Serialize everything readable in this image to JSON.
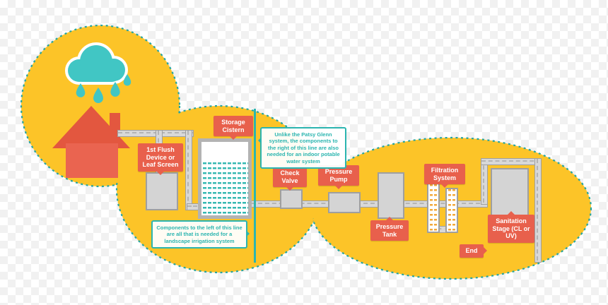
{
  "diagram": {
    "title_semantic": "rainwater-harvesting-system-flow",
    "labels": {
      "first_flush": "1st Flush Device or Leaf Screen",
      "storage_cistern": "Storage Cistern",
      "check_valve": "Check Valve",
      "pressure_pump": "Pressure Pump",
      "pressure_tank": "Pressure Tank",
      "filtration_system": "Filtration System",
      "sanitation_stage": "Sanitation Stage (CL or UV)",
      "end": "End"
    },
    "notes": {
      "right_of_line": "Unlike the Patsy Glenn system, the components to the right of this line are also needed for an indoor potable water system",
      "left_of_line": "Components to the left of this line are all that is needed for a landscape irrigation system"
    },
    "icons": [
      "cloud-icon",
      "raindrops-icon",
      "house-icon"
    ],
    "colors": {
      "blob_yellow": "#FCC428",
      "blob_outline_teal": "#27A59F",
      "label_red": "#E8604C",
      "note_teal": "#2BB5B0",
      "icon_teal": "#41C6C4",
      "house_coral": "#E8604C",
      "pipe_gray": "#BDBDBD",
      "water_teal": "#35B8B2",
      "filter_orange": "#F2A93B"
    }
  }
}
